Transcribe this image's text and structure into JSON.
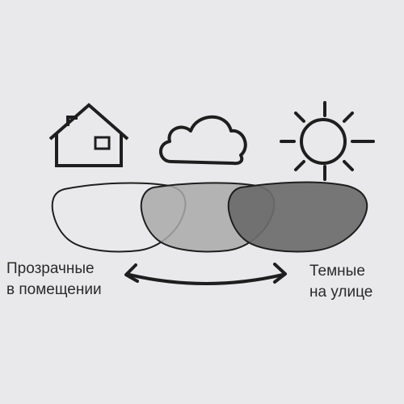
{
  "colors": {
    "background": "#e9e9eb",
    "stroke": "#1e1e1e",
    "lens_light": "#e9e9eb",
    "lens_medium": "#a9a9a9",
    "lens_dark": "#6b6b6b"
  },
  "icons": [
    "house-icon",
    "cloud-icon",
    "sun-icon"
  ],
  "lenses": [
    {
      "name": "lens-clear",
      "shade": 0.0
    },
    {
      "name": "lens-medium",
      "shade": 0.5
    },
    {
      "name": "lens-dark",
      "shade": 1.0
    }
  ],
  "labels": {
    "indoor": {
      "line1": "Прозрачные",
      "line2": "в помещении"
    },
    "outdoor": {
      "line1": "Темные",
      "line2": "на улице"
    }
  }
}
